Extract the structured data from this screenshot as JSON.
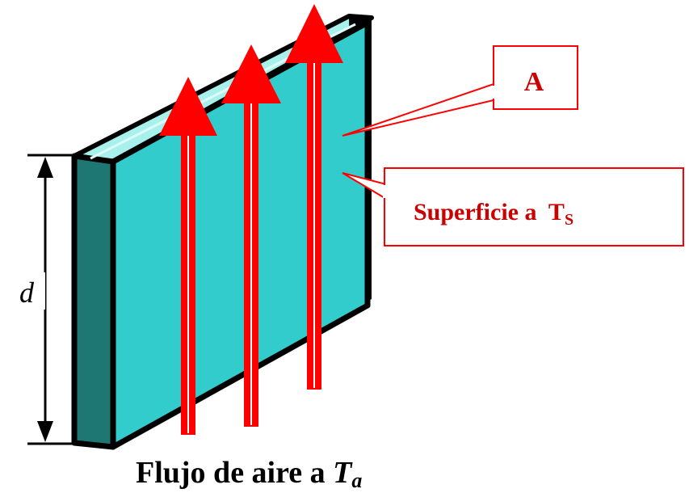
{
  "diagram": {
    "labels": {
      "area": "A",
      "surface_prefix": "Superficie a  T",
      "surface_sub": "S",
      "dimension": "d",
      "flow_prefix": "Flujo de aire a ",
      "flow_var": "T",
      "flow_sub": "a"
    },
    "colors": {
      "panel_face": "#33CCCC",
      "panel_top": "#A8F0EC",
      "panel_edge": "#1E7772",
      "outline": "#000000",
      "arrow": "#FF0000",
      "callout_border": "#FF0000",
      "label_text": "#CC0000"
    },
    "arrows_count": 3
  }
}
